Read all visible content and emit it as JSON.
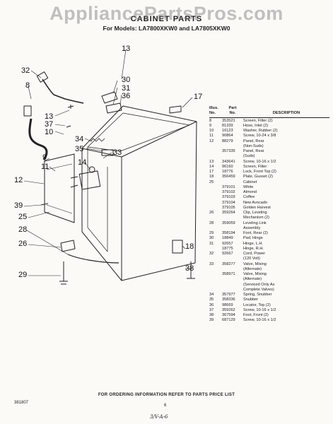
{
  "watermark": "AppliancePartsPros.com",
  "title": "CABINET PARTS",
  "models": "For Models: LA7800XKW0 and LA7805XKW0",
  "callouts": {
    "c13a": "13",
    "c32": "32",
    "c8": "8",
    "c30": "30",
    "c31": "31",
    "c36": "36",
    "c17": "17",
    "c13b": "13",
    "c37": "37",
    "c10": "10",
    "c34": "34",
    "c35": "35",
    "c9": "9",
    "c11": "11",
    "c33": "33",
    "c14": "14",
    "c12": "12",
    "c39": "39",
    "c25": "25",
    "c28": "28",
    "c26": "26",
    "c18": "18",
    "c38": "38",
    "c29": "29"
  },
  "table": {
    "headers": {
      "illus": "Illus.\nNo.",
      "part": "Part\nNo.",
      "desc": "DESCRIPTION"
    },
    "rows": [
      [
        "8",
        "353521",
        "Screen, Filter (2)"
      ],
      [
        "9",
        "81339",
        "Hose, Inlet (2)"
      ],
      [
        "10",
        "16123",
        "Washer, Rubber (2)"
      ],
      [
        "11",
        "90864",
        "Screw, 10-24 x 3/8"
      ],
      [
        "12",
        "88279",
        "Panel, Rear"
      ],
      [
        "",
        "",
        "(Non-Suds)"
      ],
      [
        "",
        "357335",
        "Panel, Rear"
      ],
      [
        "",
        "",
        "(Suds)"
      ],
      [
        "13",
        "343641",
        "Screw, 10-16 x 1/2"
      ],
      [
        "14",
        "96160",
        "Screen, Filter"
      ],
      [
        "17",
        "18776",
        "Lock, Front Top (2)"
      ],
      [
        "18",
        "356459",
        "Plate, Gusset (2)"
      ],
      [
        "25",
        "",
        "Cabinet"
      ],
      [
        "",
        "379101",
        "White"
      ],
      [
        "",
        "379102",
        "Almond"
      ],
      [
        "",
        "379103",
        "Coffee"
      ],
      [
        "",
        "379104",
        "New Avocado"
      ],
      [
        "",
        "379105",
        "Golden Harvest"
      ],
      [
        "26",
        "359264",
        "Clip, Leveling"
      ],
      [
        "",
        "",
        "Mechanism (2)"
      ],
      [
        "28",
        "359059",
        "Leveling Link"
      ],
      [
        "",
        "",
        "Assembly"
      ],
      [
        "29",
        "358194",
        "Foot, Rear (2)"
      ],
      [
        "30",
        "18849",
        "Pad, Hinge"
      ],
      [
        "31",
        "92657",
        "Hinge, L.H."
      ],
      [
        "",
        "18775",
        "Hinge, R.H."
      ],
      [
        "32",
        "92667",
        "Cord, Power"
      ],
      [
        "",
        "",
        "(120 Volt)"
      ],
      [
        "33",
        "358277",
        "Valve, Mixing"
      ],
      [
        "",
        "",
        "(Alternate)"
      ],
      [
        "",
        "358971",
        "Valve, Mixing"
      ],
      [
        "",
        "",
        "(Alternate)"
      ],
      [
        "",
        "",
        "(Serviced Only As"
      ],
      [
        "",
        "",
        "Complete Valves)"
      ],
      [
        "34",
        "357977",
        "Spring, Snubber"
      ],
      [
        "35",
        "358336",
        "Snubber"
      ],
      [
        "36",
        "98669",
        "Locator, Top (2)"
      ],
      [
        "37",
        "359262",
        "Screw, 10-16 x 1/2"
      ],
      [
        "38",
        "367594",
        "Foot, Front (2)"
      ],
      [
        "39",
        "687129",
        "Screw, 10-16 x 1/2"
      ]
    ]
  },
  "footer": "FOR ORDERING INFORMATION REFER TO PARTS PRICE LIST",
  "doc_number": "381807",
  "page_number": "6",
  "handwritten": "3/V-A-6"
}
